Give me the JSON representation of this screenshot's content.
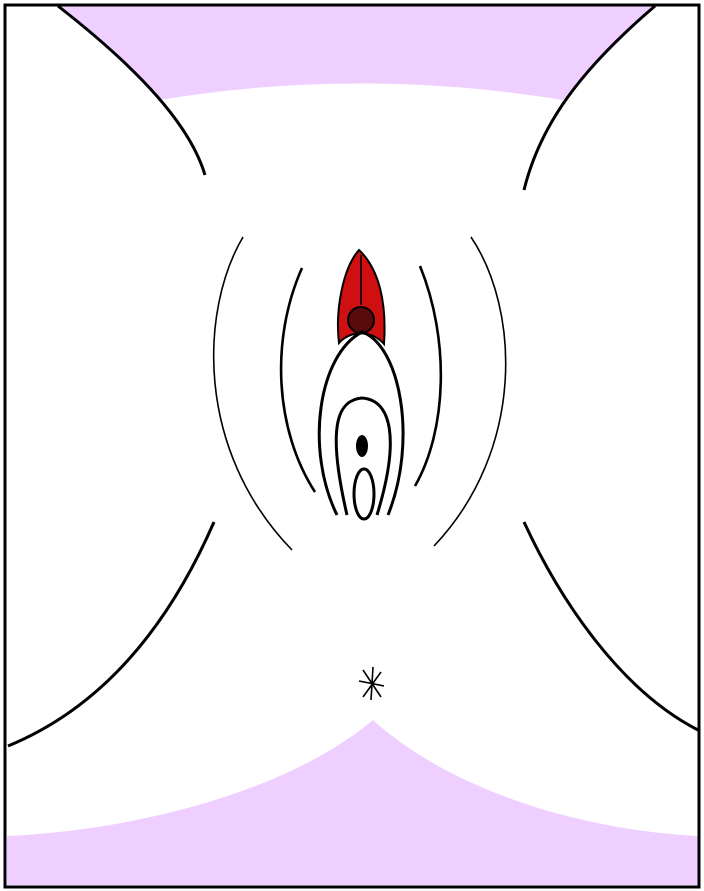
{
  "colors": {
    "background": "#ffffff",
    "lilac_region": "#efcfff",
    "outline": "#000000",
    "hood_fill": "#d01010",
    "glans_fill": "#5a0a0a"
  },
  "parts": [
    "frame",
    "lilac-top-region",
    "lilac-bottom-region",
    "left-thigh-curve",
    "right-thigh-curve",
    "outer-labia-arcs",
    "inner-labia-arcs",
    "red-hood",
    "dark-glans",
    "inner-vulva-loop",
    "urethral-opening",
    "vaginal-opening",
    "perineum-asterisk"
  ]
}
